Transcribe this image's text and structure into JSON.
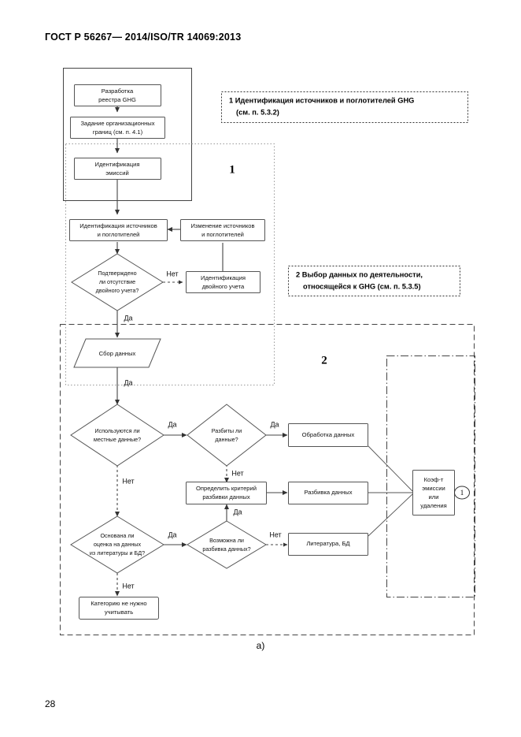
{
  "document": {
    "header": "ГОСТ Р 56267— 2014/ISO/TR 14069:2013",
    "page_number": "28",
    "figure_caption": "а)"
  },
  "legends": [
    {
      "id": "legend-1",
      "line1": "1 Идентификация источников и поглотителей GHG",
      "line2": "(см. п. 5.3.2)"
    },
    {
      "id": "legend-2",
      "line1": "2 Выбор данных по деятельности,",
      "line2": "относящейся к GHG (см. п. 5.3.5)"
    }
  ],
  "region_markers": [
    {
      "id": "region-marker-1",
      "label": "1"
    },
    {
      "id": "region-marker-2",
      "label": "2"
    }
  ],
  "nodes": {
    "registry_development": {
      "line1": "Разработка",
      "line2": "реестра GHG"
    },
    "organizational_boundaries": {
      "line1": "Задание организационных",
      "line2": "границ (см. п. 4.1)"
    },
    "emission_identification": {
      "line1": "Идентификация",
      "line2": "эмиссий"
    },
    "sources_sinks_identification": {
      "line1": "Идентификация источников",
      "line2": "и поглотителей"
    },
    "sources_sinks_change": {
      "line1": "Изменение источников",
      "line2": "и поглотителей"
    },
    "double_count_check": {
      "line1": "Подтверждено",
      "line2": "ли отсутствие",
      "line3": "двойного учета?"
    },
    "double_count_identification": {
      "line1": "Идентификация",
      "line2": "двойного учета"
    },
    "data_collection": {
      "line1": "Сбор данных"
    },
    "local_data_check": {
      "line1": "Используются ли",
      "line2": "местные данные?"
    },
    "data_split_check": {
      "line1": "Разбиты ли",
      "line2": "данные?"
    },
    "data_processing": {
      "line1": "Обработка данных"
    },
    "split_criteria": {
      "line1": "Определить критерий",
      "line2": "разбивки данных"
    },
    "data_splitting": {
      "line1": "Разбивка данных"
    },
    "literature_based_check": {
      "line1": "Основана ли",
      "line2": "оценка на данных",
      "line3": "из литературы и БД?"
    },
    "split_possible_check": {
      "line1": "Возможна ли",
      "line2": "разбивка данных?"
    },
    "literature_db": {
      "line1": "Литература, БД"
    },
    "category_not_needed": {
      "line1": "Категорию не нужно",
      "line2": "учитывать"
    },
    "emission_factor": {
      "line1": "Коэф-т",
      "line2": "эмиссии",
      "line3": "или",
      "line4": "удаления"
    }
  },
  "edge_labels": {
    "double_count_no": "Нет",
    "double_count_yes": "Да",
    "collection_yes": "Да",
    "local_data_yes": "Да",
    "local_data_no": "Нет",
    "data_split_yes": "Да",
    "data_split_no": "Нет",
    "literature_yes": "Да",
    "literature_no": "Нет",
    "split_possible_yes": "Да",
    "split_possible_no": "Нет"
  },
  "connectors": {
    "out_ref_1": "1"
  },
  "colors": {
    "page_background": "#ffffff",
    "node_stroke": "#555555",
    "edge_stroke": "#444444",
    "text": "#111111"
  }
}
